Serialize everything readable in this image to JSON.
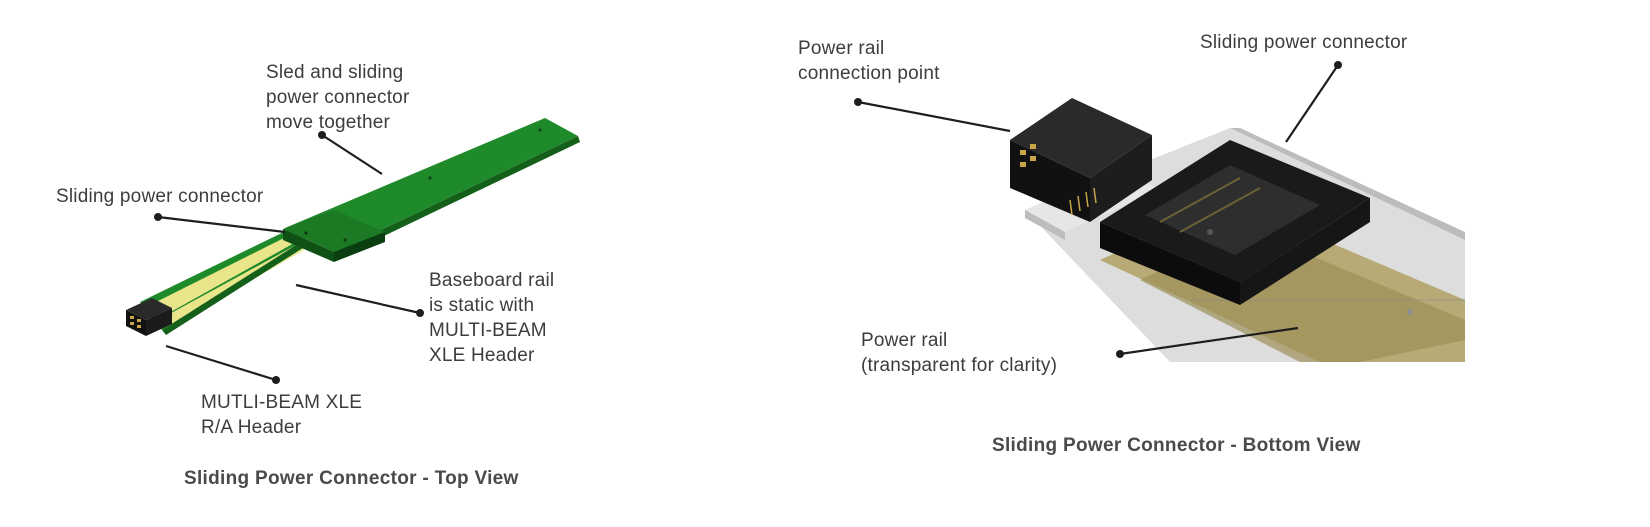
{
  "top_view": {
    "caption": "Sliding Power Connector - Top View",
    "labels": {
      "sled": [
        "Sled and sliding",
        "power connector",
        "move together"
      ],
      "sliding_connector": "Sliding power connector",
      "baseboard_rail": [
        "Baseboard rail",
        "is static with",
        "MULTI-BEAM",
        "XLE Header"
      ],
      "header": [
        "MUTLI-BEAM XLE",
        "R/A Header"
      ]
    }
  },
  "bottom_view": {
    "caption": "Sliding Power Connector - Bottom View",
    "labels": {
      "connection_point": [
        "Power rail",
        "connection point"
      ],
      "sliding_connector": "Sliding power connector",
      "power_rail": [
        "Power rail",
        "(transparent for clarity)"
      ]
    }
  },
  "colors": {
    "pcb_green": "#1f8a2a",
    "pcb_dark": "#14601b",
    "rail_yellow": "#e8e58a",
    "connector_black": "#1a1a1a",
    "rail_gold": "#b3a46a",
    "rail_gray": "#c9c9c9",
    "leader": "#1e1e1e"
  }
}
